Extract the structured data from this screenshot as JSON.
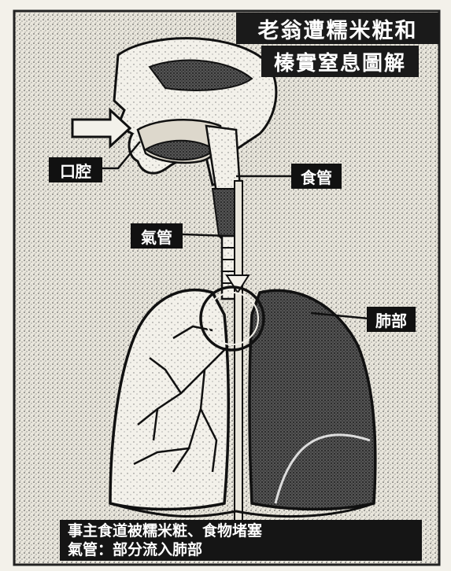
{
  "title": {
    "line1": "老翁遭糯米粧和",
    "line2": "榛實窒息圖解"
  },
  "labels": {
    "mouth": "口腔",
    "esophagus": "食管",
    "trachea": "氣管",
    "lung": "肺部"
  },
  "caption": {
    "line1": "事主食道被糯米粧、食物堵塞",
    "line2": "氣管：部分流入肺部"
  },
  "colors": {
    "paper": "#f3f1ea",
    "ink": "#1a1a1a",
    "label_bg": "#111111"
  }
}
